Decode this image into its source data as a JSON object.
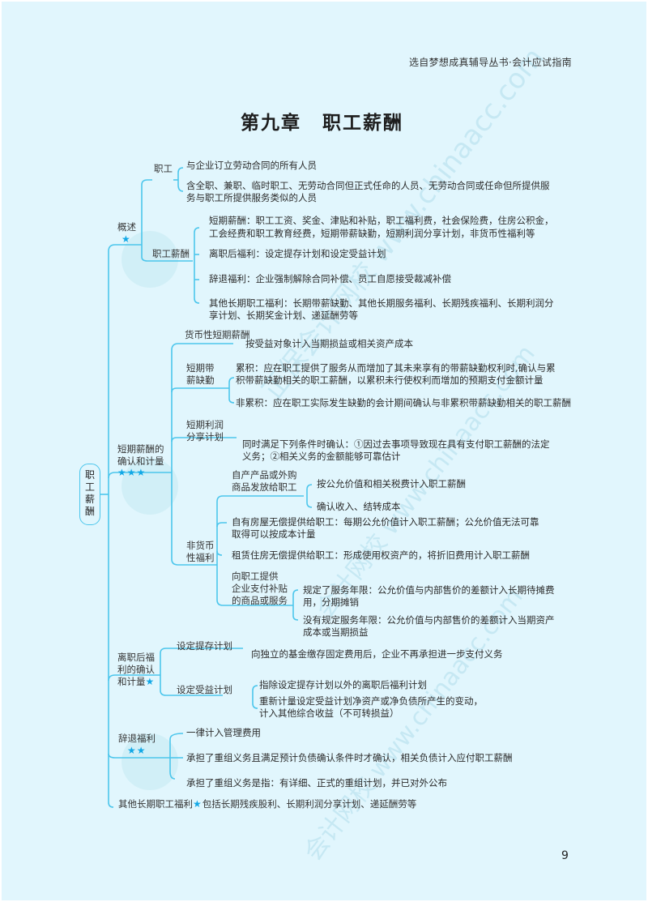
{
  "header": {
    "series": "选自梦想成真辅导丛书·会计应试指南"
  },
  "title": {
    "chapter": "第九章",
    "name": "职工薪酬"
  },
  "page_number": "9",
  "colors": {
    "background": "#e1f6fd",
    "line": "#4cc6ec",
    "star": "#12a8e6",
    "text": "#2b2b2b"
  },
  "root": {
    "chars": [
      "职",
      "工",
      "薪",
      "酬"
    ]
  },
  "overview": {
    "label": "概述",
    "stars": "★",
    "employee": {
      "label": "职工",
      "items": [
        "与企业订立劳动合同的所有人员",
        "含全职、兼职、临时职工、无劳动合同但正式任命的人员、无劳动合同或任命但所提供服",
        "务与职工所提供服务类似的人员"
      ]
    },
    "compensation": {
      "label": "职工薪酬",
      "short_term": [
        "短期薪酬：职工工资、奖金、津贴和补贴，职工福利费，社会保险费，住房公积金，",
        "工会经费和职工教育经费，短期带薪缺勤，短期利润分享计划，非货币性福利等"
      ],
      "post_employment": "离职后福利：设定提存计划和设定受益计划",
      "termination": "辞退福利：企业强制解除合同补偿、员工自愿接受裁减补偿",
      "other_long_term": [
        "其他长期职工福利：长期带薪缺勤、其他长期服务福利、长期残疾福利、长期利润分",
        "享计划、长期奖金计划、递延酬劳等"
      ]
    }
  },
  "short_term": {
    "label": [
      "短期薪酬的",
      "确认和计量"
    ],
    "stars": "★★★",
    "monetary": {
      "label": "货币性短期薪酬",
      "item": "按受益对象计入当期损益或相关资产成本"
    },
    "paid_absence": {
      "label": [
        "短期带",
        "薪缺勤"
      ],
      "accumulating": [
        "累积：应在职工提供了服务从而增加了其未来享有的带薪缺勤权利时,确认与累",
        "积带薪缺勤相关的职工薪酬，以累积未行使权利而增加的预期支付金额计量"
      ],
      "non_accumulating": "非累积：应在职工实际发生缺勤的会计期间确认与非累积带薪缺勤相关的职工薪酬"
    },
    "profit_sharing": {
      "label": [
        "短期利润",
        "分享计划"
      ],
      "item": [
        "同时满足下列条件时确认：①因过去事项导致现在具有支付职工薪酬的法定",
        "义务；②相关义务的金额能够可靠估计"
      ]
    },
    "non_monetary": {
      "label": [
        "非货币",
        "性福利"
      ],
      "products": {
        "label": [
          "自产产品或外购",
          "商品发放给职工"
        ],
        "items": [
          "按公允价值和相关税费计入职工薪酬",
          "确认收入、结转成本"
        ]
      },
      "own_housing": [
        "自有房屋无偿提供给职工：每期公允价值计入职工薪酬；公允价值无法可靠",
        "取得可以按成本计量"
      ],
      "leased_housing": "租赁住房无偿提供给职工：形成使用权资产的，将折旧费用计入职工薪酬",
      "subsidized": {
        "label": [
          "向职工提供",
          "企业支付补贴",
          "的商品或服务"
        ],
        "with_term": [
          "规定了服务年限：公允价值与内部售价的差额计入长期待摊费",
          "用，分期摊销"
        ],
        "without_term": [
          "没有规定服务年限：公允价值与内部售价的差额计入当期资产",
          "成本或当期损益"
        ]
      }
    }
  },
  "post_employment": {
    "label": [
      "离职后福",
      "利的确认",
      "和计量"
    ],
    "stars": "★",
    "dc_plan": {
      "label": "设定提存计划",
      "item": "向独立的基金缴存固定费用后，企业不再承担进一步支付义务"
    },
    "db_plan": {
      "label": "设定受益计划",
      "items": [
        "指除设定提存计划以外的离职后福利计划"
      ],
      "remeasure": [
        "重新计量设定受益计划净资产或净负债所产生的变动，",
        "计入其他综合收益（不可转损益）"
      ]
    }
  },
  "termination": {
    "label": "辞退福利",
    "stars": "★★",
    "items": [
      "一律计入管理费用",
      "承担了重组义务且满足预计负债确认条件时才确认，相关负债计入应付职工薪酬",
      "承担了重组义务是指：有详细、正式的重组计划，并已对外公布"
    ]
  },
  "other_long_term": {
    "label": "其他长期职工福利",
    "stars": "★",
    "item": "包括长期残疾股利、长期利润分享计划、递延酬劳等"
  }
}
